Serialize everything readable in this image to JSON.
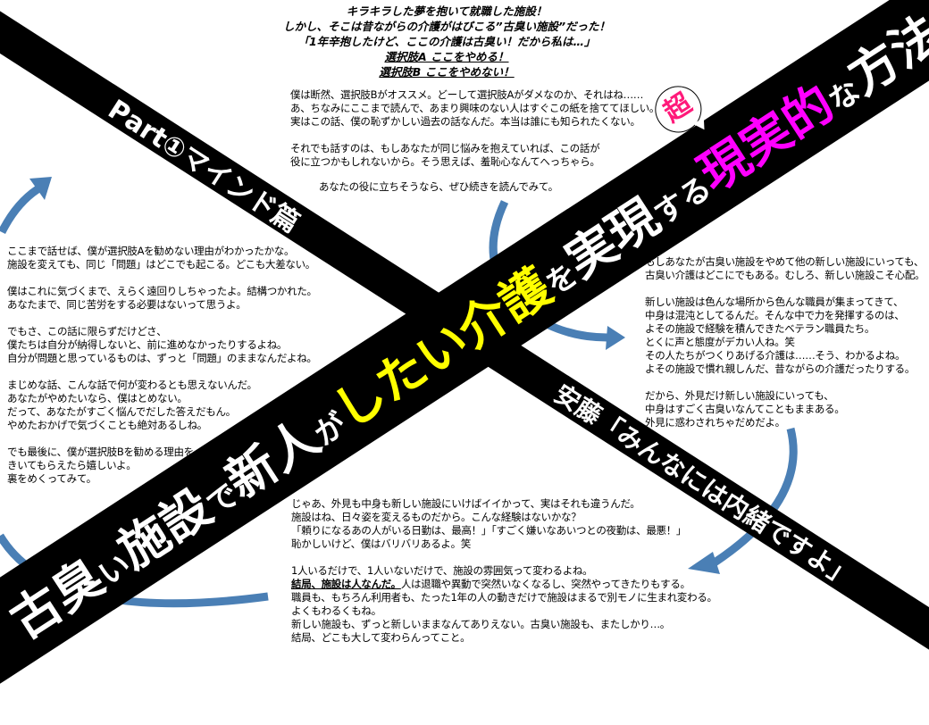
{
  "colors": {
    "band": "#000000",
    "arrow": "#4a7fb5",
    "yellow": "#ffff00",
    "magenta": "#ff00ff",
    "bubble_text": "#ff1a7a"
  },
  "header": {
    "lines": [
      "キラキラした夢を抱いて就職した施設！",
      "しかし、そこは昔ながらの介護がはびこる”古臭い施設”だった！",
      "「1年辛抱したけど、ここの介護は古臭い！だから私は…」"
    ],
    "choice_a": "選択肢A ここをやめる！",
    "choice_b": "選択肢B ここをやめない！"
  },
  "top_block": {
    "paragraphs": [
      [
        "僕は断然、選択肢Bがオススメ。どーして選択肢Aがダメなのか、それはね……",
        "あ、ちなみにここまで読んで、あまり興味のない人はすぐこの紙を捨ててほしい。",
        "実はこの話、僕の恥ずかしい過去の話なんだ。本当は誰にも知られたくない。"
      ],
      [
        "それでも話すのは、もしあなたが同じ悩みを抱えていれば、この話が",
        "役に立つかもしれないから。そう思えば、羞恥心なんてへっちゃら。"
      ]
    ],
    "closing": "あなたの役に立ちそうなら、ぜひ続きを読んでみて。"
  },
  "left_block": {
    "paragraphs": [
      [
        "ここまで話せば、僕が選択肢Aを勧めない理由がわかったかな。",
        "施設を変えても、同じ「問題」はどこでも起こる。どこも大差ない。"
      ],
      [
        "僕はこれに気づくまで、えらく遠回りしちゃったよ。結構つかれた。",
        "あなたまで、同じ苦労をする必要はないって思うよ。"
      ],
      [
        "でもさ、この話に限らずだけどさ、",
        "僕たちは自分が納得しないと、前に進めなかったりするよね。",
        "自分が問題と思っているものは、ずっと「問題」のままなんだよね。"
      ],
      [
        "まじめな話、こんな話で何が変わるとも思えないんだ。",
        "あなたがやめたいなら、僕はとめない。",
        "だって、あなたがすごく悩んでだした答えだもん。",
        "やめたおかげで気づくことも絶対あるしね。"
      ],
      [
        "でも最後に、僕が選択肢Bを勧める理由を",
        "きいてもらえたら嬉しいよ。",
        "裏をめくってみて。"
      ]
    ]
  },
  "right_block": {
    "paragraphs": [
      [
        "もしあなたが古臭い施設をやめて他の新しい施設にいっても、",
        "古臭い介護はどこにでもある。むしろ、新しい施設こそ心配。"
      ],
      [
        "新しい施設は色んな場所から色んな職員が集まってきて、",
        "中身は混沌としてるんだ。そんな中で力を発揮するのは、",
        "よその施設で経験を積んできたベテラン職員たち。",
        "とくに声と態度がデカい人ね。笑",
        "その人たちがつくりあげる介護は……そう、わかるよね。",
        "よその施設で慣れ親しんだ、昔ながらの介護だったりする。"
      ],
      [
        "だから、外見だけ新しい施設にいっても、",
        "中身はすごく古臭いなんてこともままある。",
        "外見に惑わされちゃだめだよ。"
      ]
    ]
  },
  "bottom_block": {
    "para1": [
      "じゃあ、外見も中身も新しい施設にいけばイイかって、実はそれも違うんだ。",
      "施設はね、日々姿を変えるものだから。こんな経験はないかな？",
      "「頼りになるあの人がいる日勤は、最高！」「すごく嫌いなあいつとの夜勤は、最悪！」",
      "恥かしいけど、僕はバリバリあるよ。笑"
    ],
    "line_a": "1人いるだけで、1人いないだけで、施設の雰囲気って変わるよね。",
    "emphasis": "結局、施設は人なんだ。",
    "emphasis_rest": "人は退職や異動で突然いなくなるし、突然やってきたりもする。",
    "para2_rest": [
      "職員も、もちろん利用者も、たった1年の人の動きだけで施設はまるで別モノに生まれ変わる。",
      "よくもわるくもね。",
      "新しい施設も、ずっと新しいままなんてありえない。古臭い施設も、またしかり…。",
      "結局、どこも大して変わらんってこと。"
    ]
  },
  "bands": {
    "part_label": "Part①マインド篇",
    "quote_label": "安藤「みんなには内緒ですよ」",
    "title": {
      "t1": "古臭",
      "t2": "い",
      "t3": "施設",
      "t4": "で",
      "t5": "新人",
      "t6": "が",
      "t7": "したい",
      "t8": "介護",
      "t9": "を",
      "t10": "実現",
      "t11": "する",
      "bubble": "超",
      "t12": "現実的",
      "t13": "な",
      "t14": "方法"
    }
  }
}
